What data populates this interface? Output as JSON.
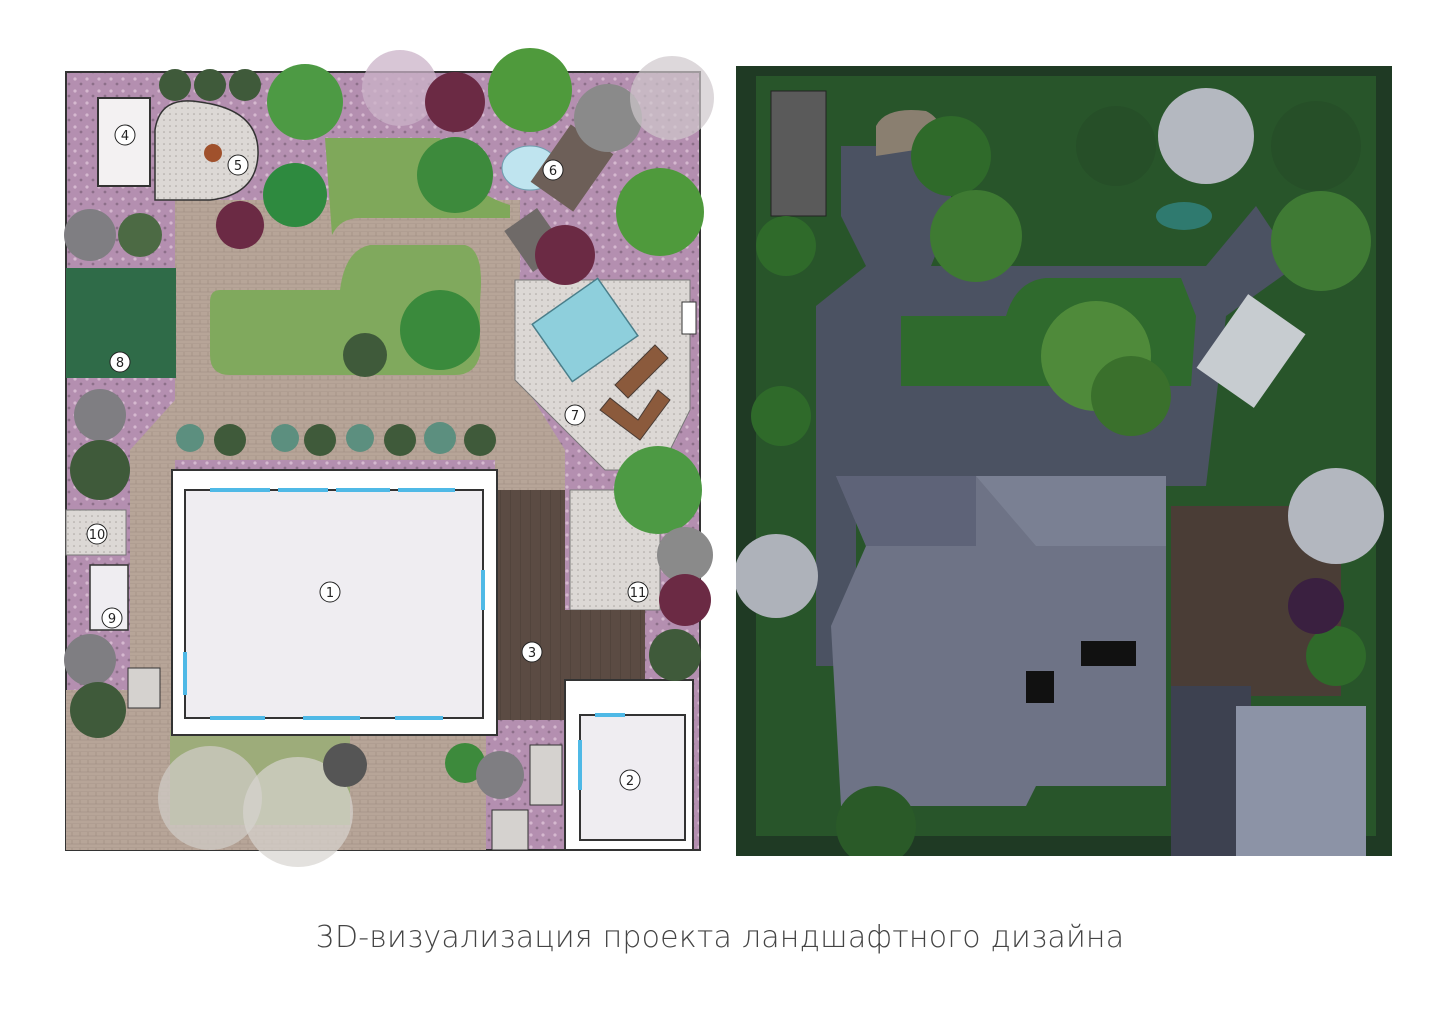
{
  "caption": "3D-визуализация  проекта ландшафтного дизайна",
  "plan": {
    "zones": [
      {
        "number": "1"
      },
      {
        "number": "2"
      },
      {
        "number": "3"
      },
      {
        "number": "4"
      },
      {
        "number": "5"
      },
      {
        "number": "6"
      },
      {
        "number": "7"
      },
      {
        "number": "8"
      },
      {
        "number": "9"
      },
      {
        "number": "10"
      },
      {
        "number": "11"
      }
    ]
  },
  "colors": {
    "lawn": "#7fa85a",
    "paving": "#b9a79a",
    "flowerbed": "#b58fae",
    "gravel": "#d9d5d2",
    "deck": "#5a4a42",
    "roof_render": "#6e7386",
    "lawn_render": "#2f6a2d",
    "path_render": "#4b5262"
  }
}
